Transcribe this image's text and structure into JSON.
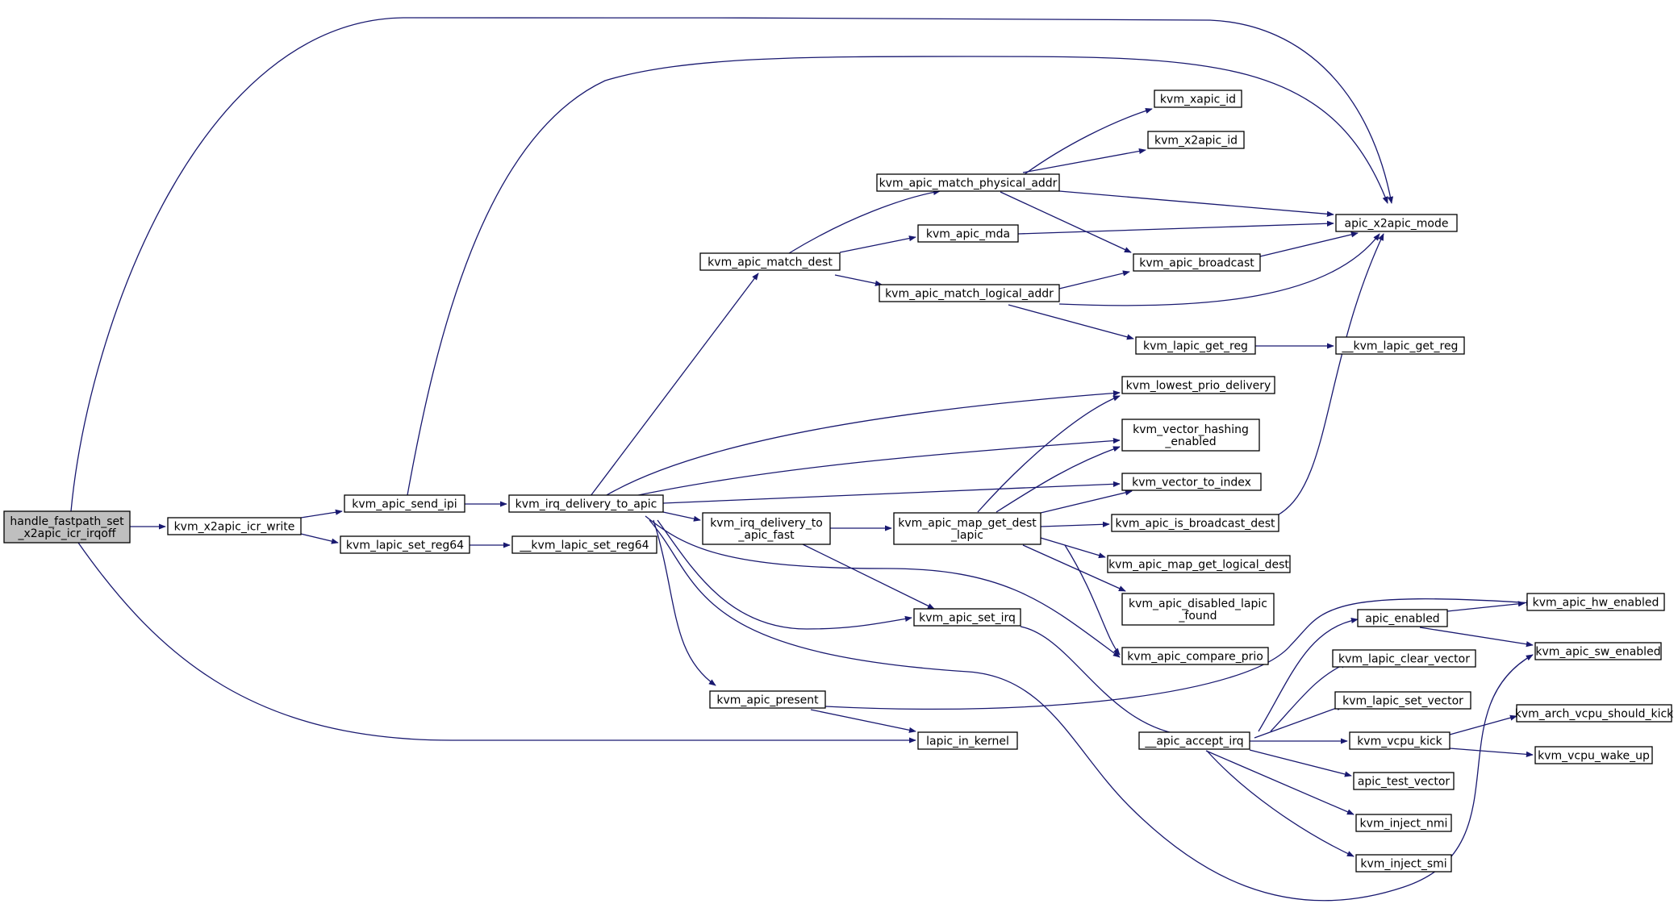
{
  "colors": {
    "edge": "#191970",
    "node_fill": "#ffffff",
    "root_fill": "#bfbfbf",
    "node_border": "#000000"
  },
  "nodes": {
    "root": [
      "handle_fastpath_set",
      "_x2apic_icr_irqoff"
    ],
    "x2apic_icr_write": [
      "kvm_x2apic_icr_write"
    ],
    "send_ipi": [
      "kvm_apic_send_ipi"
    ],
    "set_reg64": [
      "kvm_lapic_set_reg64"
    ],
    "__set_reg64": [
      "__kvm_lapic_set_reg64"
    ],
    "irq_delivery": [
      "kvm_irq_delivery_to_apic"
    ],
    "match_dest": [
      "kvm_apic_match_dest"
    ],
    "irq_fast": [
      "kvm_irq_delivery_to",
      "_apic_fast"
    ],
    "present": [
      "kvm_apic_present"
    ],
    "match_phys": [
      "kvm_apic_match_physical_addr"
    ],
    "mda": [
      "kvm_apic_mda"
    ],
    "match_logical": [
      "kvm_apic_match_logical_addr"
    ],
    "map_get_dest": [
      "kvm_apic_map_get_dest",
      "_lapic"
    ],
    "set_irq": [
      "kvm_apic_set_irq"
    ],
    "lapic_in_kernel": [
      "lapic_in_kernel"
    ],
    "xapic_id": [
      "kvm_xapic_id"
    ],
    "x2apic_id": [
      "kvm_x2apic_id"
    ],
    "broadcast": [
      "kvm_apic_broadcast"
    ],
    "get_reg": [
      "kvm_lapic_get_reg"
    ],
    "lowest_prio": [
      "kvm_lowest_prio_delivery"
    ],
    "hashing": [
      "kvm_vector_hashing",
      "_enabled"
    ],
    "to_index": [
      "kvm_vector_to_index"
    ],
    "is_broadcast": [
      "kvm_apic_is_broadcast_dest"
    ],
    "logical_dest": [
      "kvm_apic_map_get_logical_dest"
    ],
    "disabled_lapic": [
      "kvm_apic_disabled_lapic",
      "_found"
    ],
    "compare_prio": [
      "kvm_apic_compare_prio"
    ],
    "accept_irq": [
      "__apic_accept_irq"
    ],
    "x2apic_mode": [
      "apic_x2apic_mode"
    ],
    "__get_reg": [
      "__kvm_lapic_get_reg"
    ],
    "apic_enabled": [
      "apic_enabled"
    ],
    "clear_vector": [
      "kvm_lapic_clear_vector"
    ],
    "set_vector": [
      "kvm_lapic_set_vector"
    ],
    "vcpu_kick": [
      "kvm_vcpu_kick"
    ],
    "test_vector": [
      "apic_test_vector"
    ],
    "inject_nmi": [
      "kvm_inject_nmi"
    ],
    "inject_smi": [
      "kvm_inject_smi"
    ],
    "hw_enabled": [
      "kvm_apic_hw_enabled"
    ],
    "sw_enabled": [
      "kvm_apic_sw_enabled"
    ],
    "should_kick": [
      "kvm_arch_vcpu_should_kick"
    ],
    "wake_up": [
      "kvm_vcpu_wake_up"
    ]
  }
}
